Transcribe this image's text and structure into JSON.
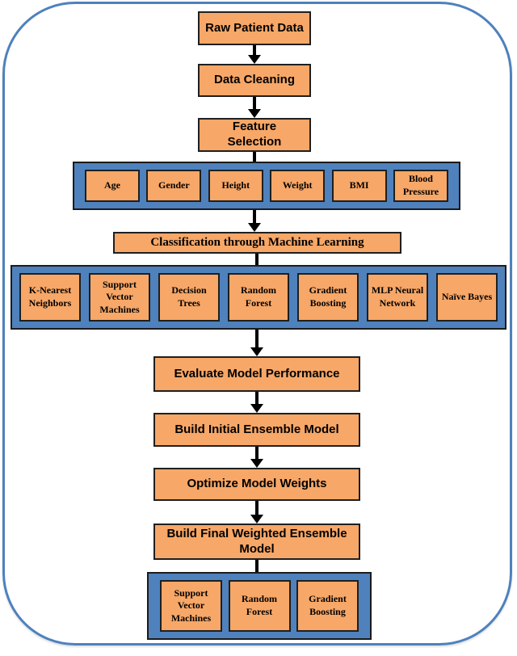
{
  "diagram": {
    "steps": {
      "raw": "Raw Patient Data",
      "cleaning": "Data Cleaning",
      "feature_selection": "Feature Selection",
      "classification": "Classification through Machine Learning",
      "evaluate": "Evaluate Model Performance",
      "build_initial": "Build Initial Ensemble Model",
      "optimize": "Optimize Model Weights",
      "build_final": "Build Final Weighted Ensemble Model"
    },
    "features": [
      "Age",
      "Gender",
      "Height",
      "Weight",
      "BMI",
      "Blood Pressure"
    ],
    "models": [
      "K-Nearest Neighbors",
      "Support Vector Machines",
      "Decision Trees",
      "Random Forest",
      "Gradient Boosting",
      "MLP Neural Network",
      "Naïve Bayes"
    ],
    "final_models": [
      "Support Vector Machines",
      "Random Forest",
      "Gradient Boosting"
    ],
    "colors": {
      "box_fill": "#F7A767",
      "box_border": "#1F1F1F",
      "container_fill": "#4F81BD",
      "container_border": "#1B1B1B",
      "frame_border": "#4E81BD",
      "arrow": "#000000"
    }
  }
}
